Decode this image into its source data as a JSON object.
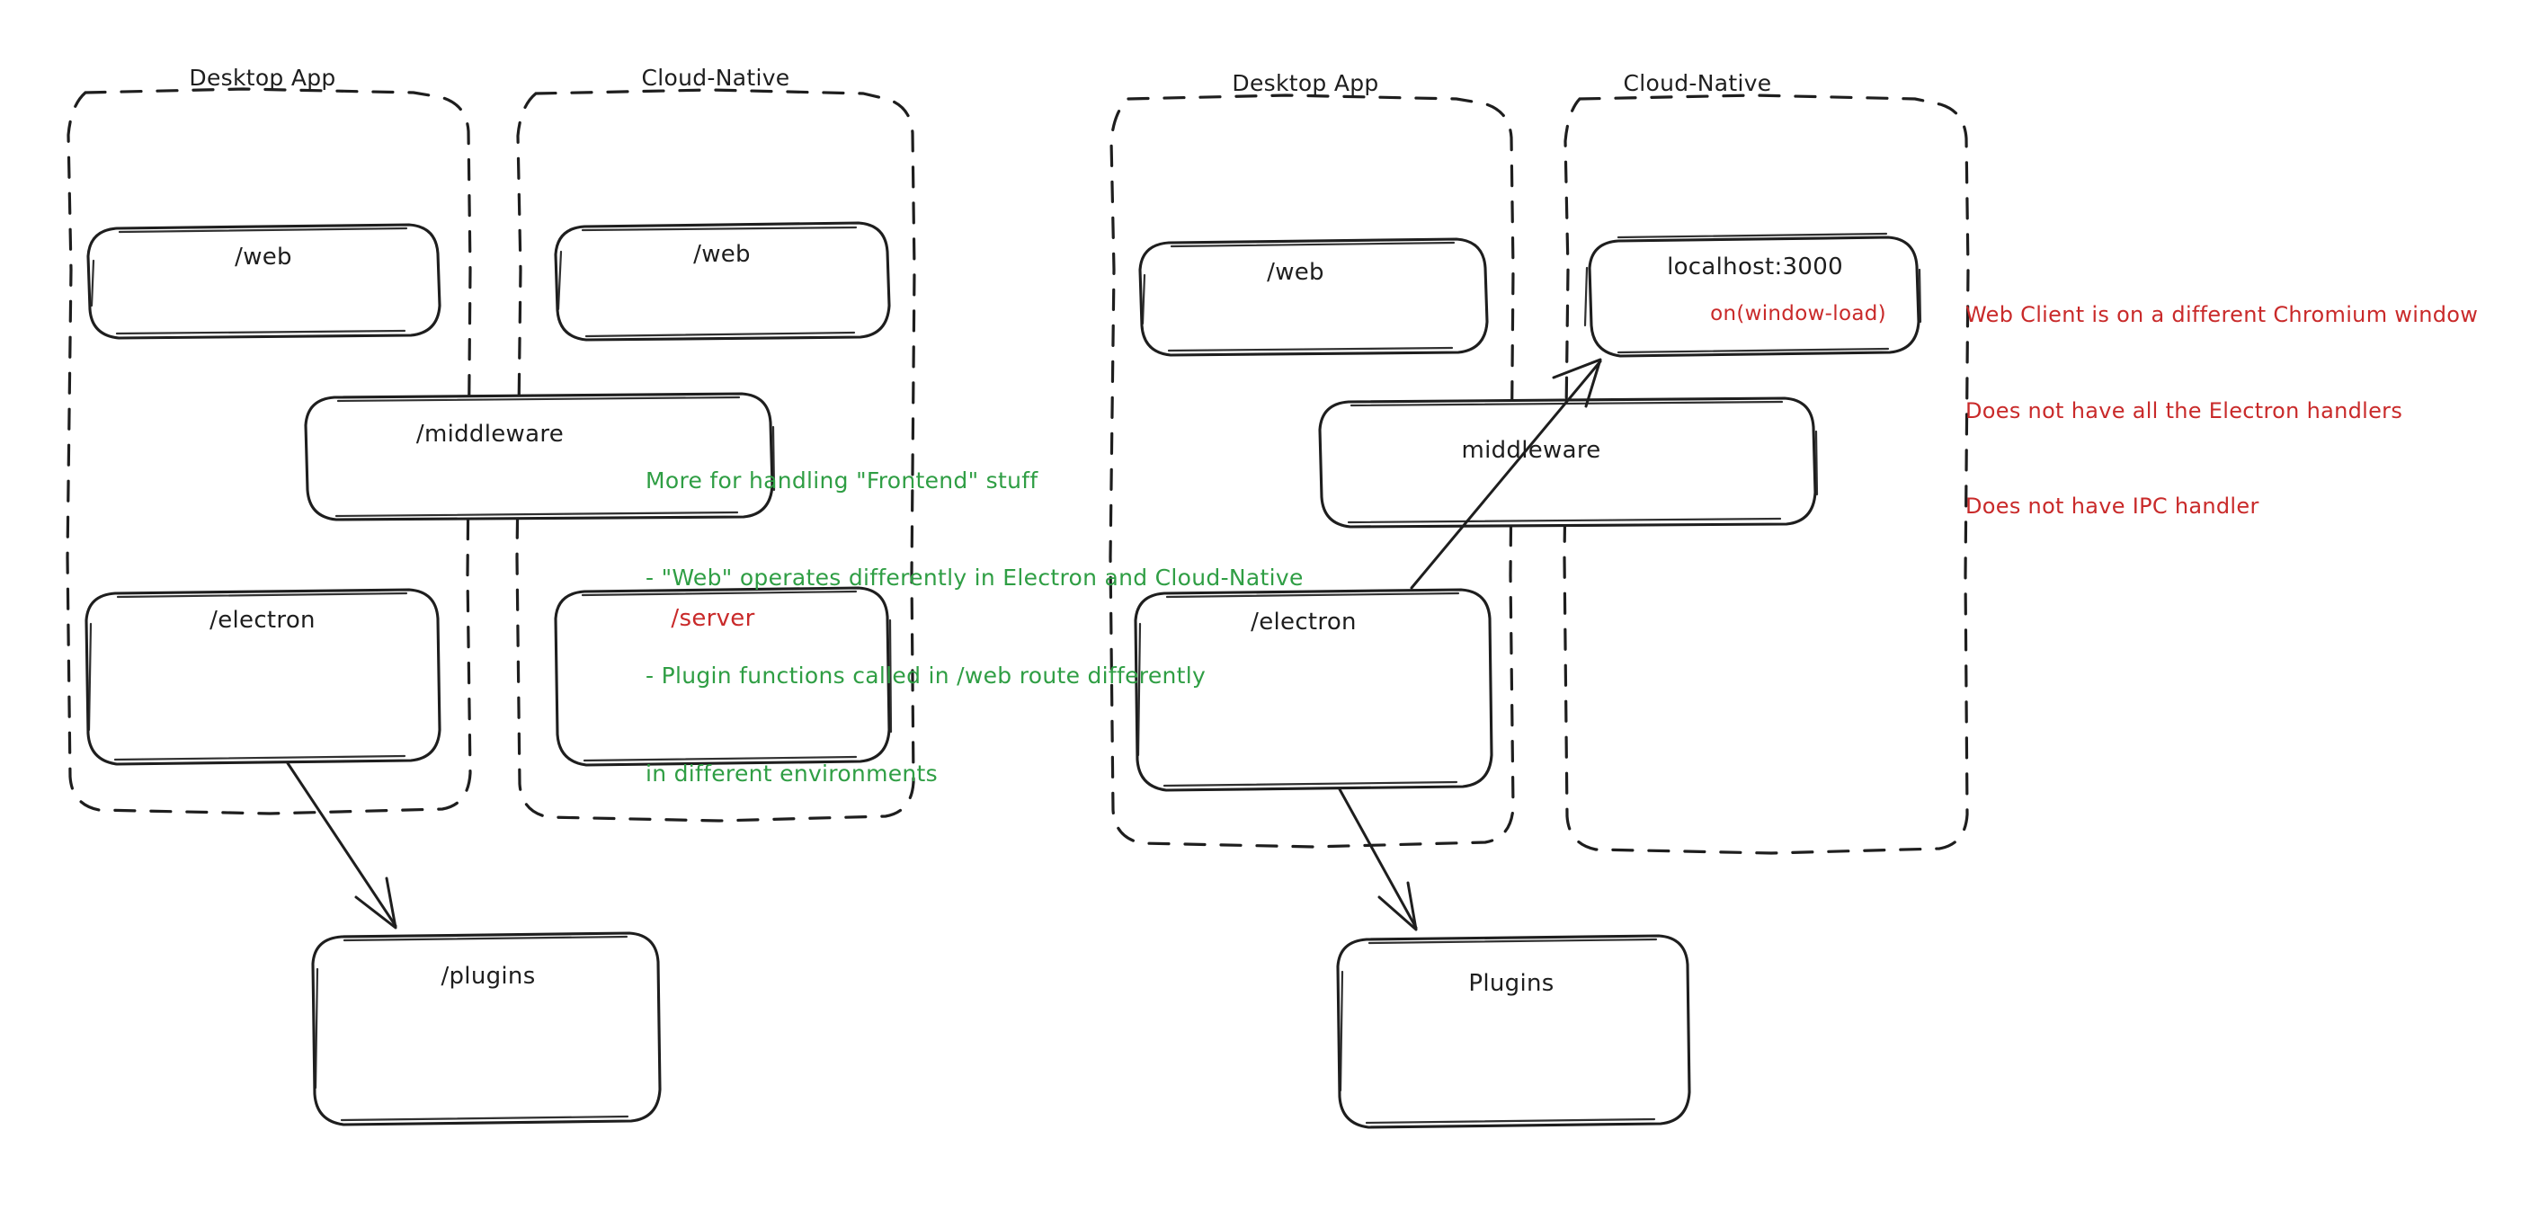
{
  "diagram": {
    "title": "Electron Desktop App vs Cloud-Native architecture comparison",
    "colors": {
      "stroke": "#1e1e1e",
      "green_note": "#2f9e44",
      "red_note": "#c92a2a",
      "background": "#ffffff"
    }
  },
  "left_panel": {
    "groups": [
      {
        "id": "left-desktop-app",
        "title": "Desktop App"
      },
      {
        "id": "left-cloud-native",
        "title": "Cloud-Native"
      }
    ],
    "nodes": [
      {
        "id": "left-desktop-web",
        "label": "/web",
        "color": "#1e1e1e"
      },
      {
        "id": "left-cloud-web",
        "label": "/web",
        "color": "#1e1e1e"
      },
      {
        "id": "left-middleware",
        "label": "/middleware",
        "color": "#1e1e1e"
      },
      {
        "id": "left-electron",
        "label": "/electron",
        "color": "#1e1e1e"
      },
      {
        "id": "left-server",
        "label": "/server",
        "color": "#c92a2a"
      },
      {
        "id": "left-plugins",
        "label": "/plugins",
        "color": "#1e1e1e"
      }
    ],
    "note_green": {
      "lines": [
        "More for handling \"Frontend\" stuff",
        "- \"Web\" operates differently in Electron and Cloud-Native",
        "- Plugin functions called in /web route differently",
        "in different environments"
      ]
    }
  },
  "right_panel": {
    "groups": [
      {
        "id": "right-desktop-app",
        "title": "Desktop App"
      },
      {
        "id": "right-cloud-native",
        "title": "Cloud-Native"
      }
    ],
    "nodes": [
      {
        "id": "right-desktop-web",
        "label": "/web",
        "color": "#1e1e1e"
      },
      {
        "id": "right-localhost",
        "label": "localhost:3000",
        "sublabel": "on(window-load)",
        "color": "#1e1e1e",
        "sub_color": "#c92a2a"
      },
      {
        "id": "right-middleware",
        "label": "middleware",
        "color": "#1e1e1e"
      },
      {
        "id": "right-electron",
        "label": "/electron",
        "color": "#1e1e1e"
      },
      {
        "id": "right-plugins",
        "label": "Plugins",
        "color": "#1e1e1e"
      }
    ],
    "note_red": {
      "lines": [
        "Web Client is on a different Chromium window",
        "Does not have all the Electron handlers",
        "Does not have IPC handler"
      ]
    }
  },
  "connectors": [
    {
      "id": "left-electron-to-plugins",
      "from": "/electron",
      "to": "/plugins",
      "style": "arrow"
    },
    {
      "id": "right-electron-to-plugins",
      "from": "/electron",
      "to": "Plugins",
      "style": "arrow"
    },
    {
      "id": "right-electron-to-localhost",
      "from": "/electron",
      "to": "localhost:3000",
      "style": "arrow"
    }
  ]
}
